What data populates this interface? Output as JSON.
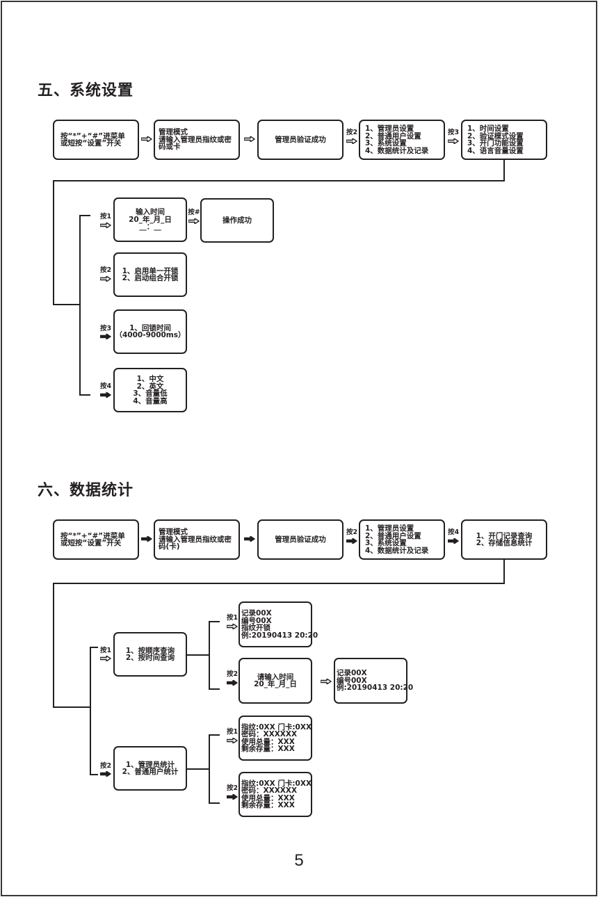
{
  "section5": {
    "title": "五、系统设置",
    "flow": [
      {
        "lines": [
          "按“*”+“#”进菜单",
          "或短按“设置”开关"
        ]
      },
      {
        "lines": [
          "管理模式",
          "请输入管理员指纹或密",
          "码或卡"
        ]
      },
      {
        "lines": [
          "管理员验证成功"
        ]
      },
      {
        "lines": [
          "1、管理员设置",
          "2、普通用户设置",
          "3、系统设置",
          "4、数据统计及记录"
        ]
      },
      {
        "lines": [
          "1、时间设置",
          "2、验证模式设置",
          "3、开门功能设置",
          "4、语言音量设置"
        ]
      }
    ],
    "flow_keys": [
      "",
      "",
      "按2",
      "按3"
    ],
    "branches": [
      {
        "key": "按1",
        "lines": [
          "输入时间",
          "20_年_月_日",
          "__：__"
        ],
        "next_key": "按#",
        "next_lines": [
          "操作成功"
        ]
      },
      {
        "key": "按2",
        "lines": [
          "1、启用单一开锁",
          "2、启动组合开锁"
        ]
      },
      {
        "key": "按3",
        "lines": [
          "1、回锁时间",
          "（4000-9000ms）"
        ]
      },
      {
        "key": "按4",
        "lines": [
          "1、中文",
          "2、英文",
          "3、音量低",
          "4、音量高"
        ]
      }
    ]
  },
  "section6": {
    "title": "六、数据统计",
    "flow": [
      {
        "lines": [
          "按“*”+“#”进菜单",
          "或短按“设置”开关"
        ]
      },
      {
        "lines": [
          "管理模式",
          "请输入管理员指纹或密",
          "码(卡)"
        ]
      },
      {
        "lines": [
          "管理员验证成功"
        ]
      },
      {
        "lines": [
          "1、管理员设置",
          "2、普通用户设置",
          "3、系统设置",
          "4、数据统计及记录"
        ]
      },
      {
        "lines": [
          "1、开门记录查询",
          "2、存储信息统计"
        ]
      }
    ],
    "flow_keys": [
      "",
      "",
      "按2",
      "按4"
    ],
    "branches": [
      {
        "key": "按1",
        "lines": [
          "1、按顺序查询",
          "2、按时间查询"
        ],
        "children": [
          {
            "key": "按1",
            "lines": [
              "记录00X",
              "编号00X",
              "指纹开锁",
              "例:20190413 20:20"
            ]
          },
          {
            "key": "按2",
            "lines": [
              "请输入时间",
              "20_年_月_日"
            ],
            "next_lines": [
              "记录00X",
              "编号00X",
              "例:20190413 20:20"
            ]
          }
        ]
      },
      {
        "key": "按2",
        "lines": [
          "1、管理员统计",
          "2、普通用户统计"
        ],
        "children": [
          {
            "key": "按1",
            "lines": [
              "指纹:0XX 门卡:0XX",
              "密码：XXXXXX",
              "使用总量：XXX",
              "剩余存量：XXX"
            ]
          },
          {
            "key": "按2",
            "lines": [
              "指纹:0XX 门卡:0XX",
              "密码：XXXXXX",
              "使用总量：XXX",
              "剩余存量：XXX"
            ]
          }
        ]
      }
    ]
  },
  "page_number": "5"
}
